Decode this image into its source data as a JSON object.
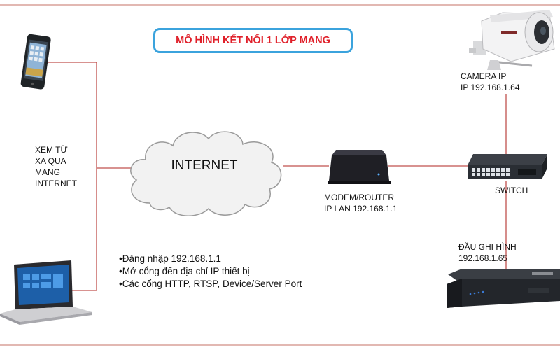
{
  "title": "MÔ HÌNH KẾT NỐI 1 LỚP MẠNG",
  "nodes": {
    "internet": {
      "label": "INTERNET"
    },
    "remote_view": {
      "lines": [
        "XEM TỪ",
        "XA QUA",
        "MẠNG",
        "INTERNET"
      ]
    },
    "modem": {
      "lines": [
        "MODEM/ROUTER",
        "IP LAN 192.168.1.1"
      ]
    },
    "switch": {
      "label": "SWITCH"
    },
    "camera": {
      "lines": [
        "CAMERA IP",
        "IP 192.168.1.64"
      ]
    },
    "recorder": {
      "lines": [
        "ĐẦU GHI HÌNH",
        "192.168.1.65"
      ]
    }
  },
  "notes": [
    "•Đăng nhập 192.168.1.1",
    "•Mở cổng đến địa chỉ IP thiết bị",
    "•Các cổng HTTP, RTSP, Device/Server Port"
  ],
  "colors": {
    "link_line": "#c0504d",
    "frame": "#d9a199",
    "title_border": "#3ba3dd",
    "title_text": "#e0202a"
  },
  "icons": {
    "phone": "smartphone-icon",
    "laptop": "laptop-icon",
    "cloud": "cloud-icon",
    "router": "router-icon",
    "switch": "network-switch-icon",
    "camera": "ip-camera-icon",
    "recorder": "nvr-recorder-icon"
  }
}
